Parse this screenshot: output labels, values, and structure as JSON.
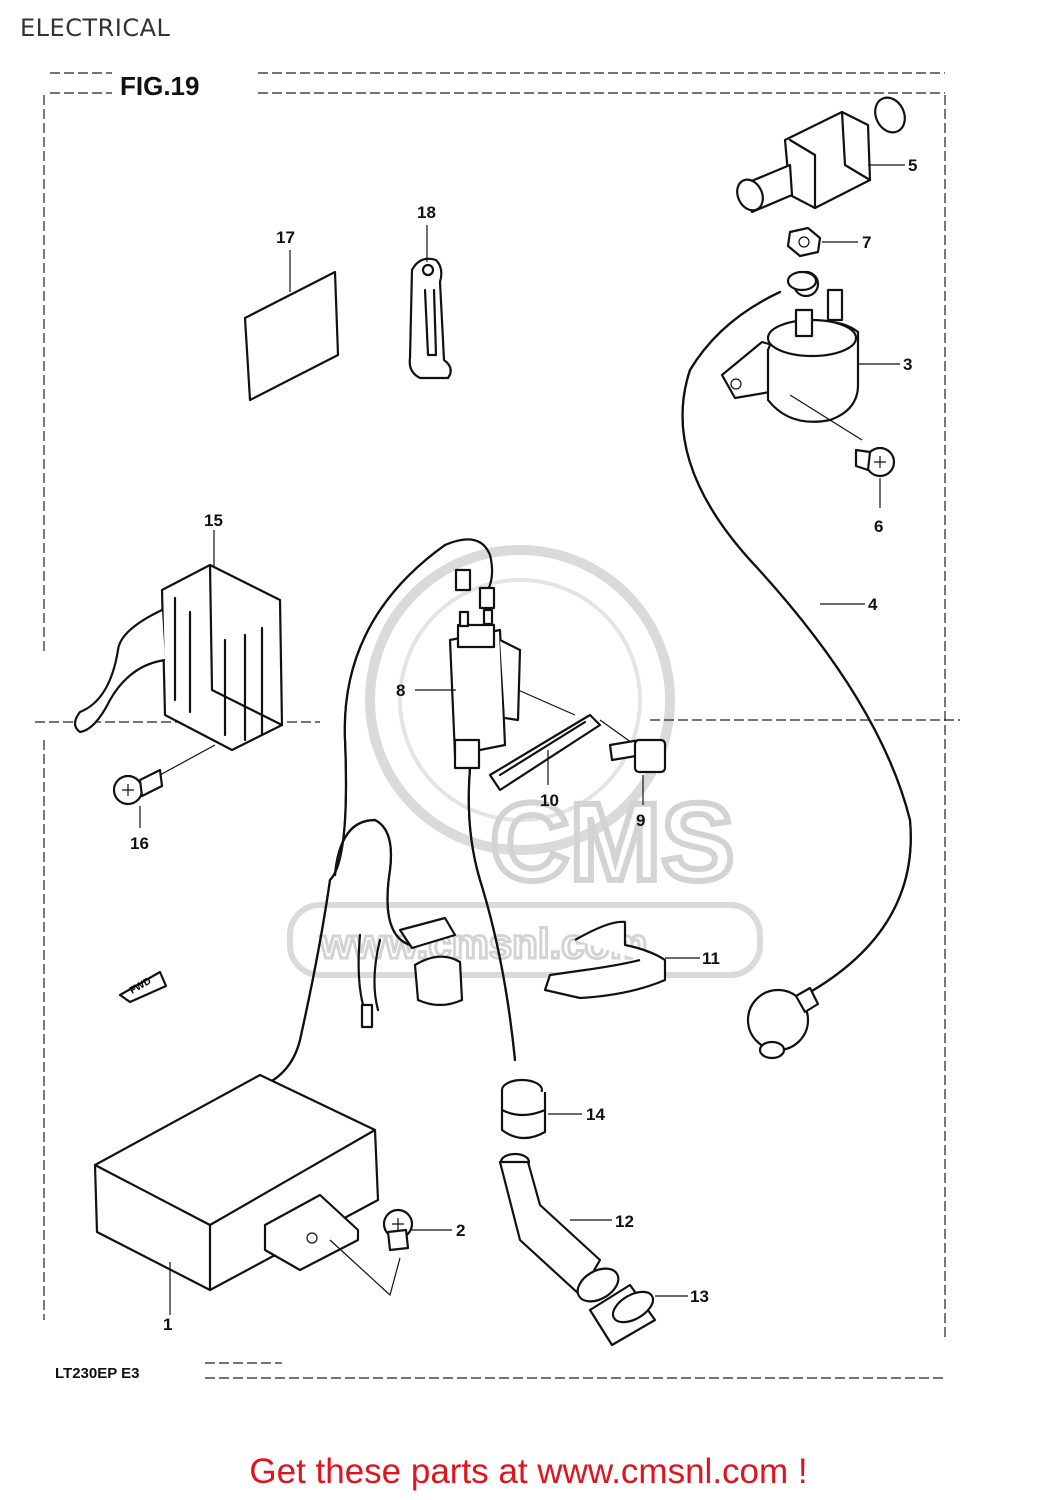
{
  "header": {
    "title": "ELECTRICAL"
  },
  "figure": {
    "title": "FIG.19",
    "model_code": "LT230EP E3",
    "direction_label": "FWD",
    "watermark": {
      "brand": "CMS",
      "url": "www.cmsnl.com"
    },
    "callouts": [
      "1",
      "2",
      "3",
      "4",
      "5",
      "6",
      "7",
      "8",
      "9",
      "10",
      "11",
      "12",
      "13",
      "14",
      "15",
      "16",
      "17",
      "18"
    ]
  },
  "footer": {
    "text": "Get these parts at www.cmsnl.com !"
  }
}
